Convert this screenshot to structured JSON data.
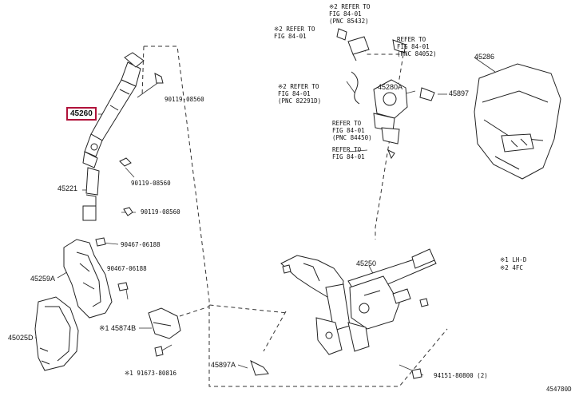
{
  "parts": {
    "p45260": "45260",
    "p45221": "45221",
    "p45259A": "45259A",
    "p45025D": "45025D",
    "p45874B": "※1 45874B",
    "p45897A": "45897A",
    "p45250": "45250",
    "p45280A": "45280A",
    "p45897": "45897",
    "p45286": "45286"
  },
  "bolts": {
    "b1": "90119-08560",
    "b2": "90119-08560",
    "b3": "90119-08560",
    "b4": "90467-06188",
    "b5": "90467-06188",
    "b6": "※1 91673-80816",
    "b7": "94151-80800 (2)"
  },
  "refs": {
    "r1": {
      "line1": "※2 REFER TO",
      "line2": "FIG 84-01",
      "line3": "(PNC 85432)"
    },
    "r2": {
      "line1": "※2 REFER TO",
      "line2": "FIG 84-01"
    },
    "r3": {
      "line1": "REFER TO",
      "line2": "FIG 84-01",
      "line3": "(PNC 84052)"
    },
    "r4": {
      "line1": "※2 REFER TO",
      "line2": "FIG 84-01",
      "line3": "(PNC 82291D)"
    },
    "r5": {
      "line1": "REFER TO",
      "line2": "FIG 84-01",
      "line3": "(PNC 84450)"
    },
    "r6": {
      "line1": "REFER TO",
      "line2": "FIG 84-01"
    }
  },
  "notes": {
    "n1": "※1 LH-D",
    "n2": "※2 4FC"
  },
  "figure_code": "454780D",
  "colors": {
    "highlight": "#b0123a",
    "line": "#222222"
  }
}
